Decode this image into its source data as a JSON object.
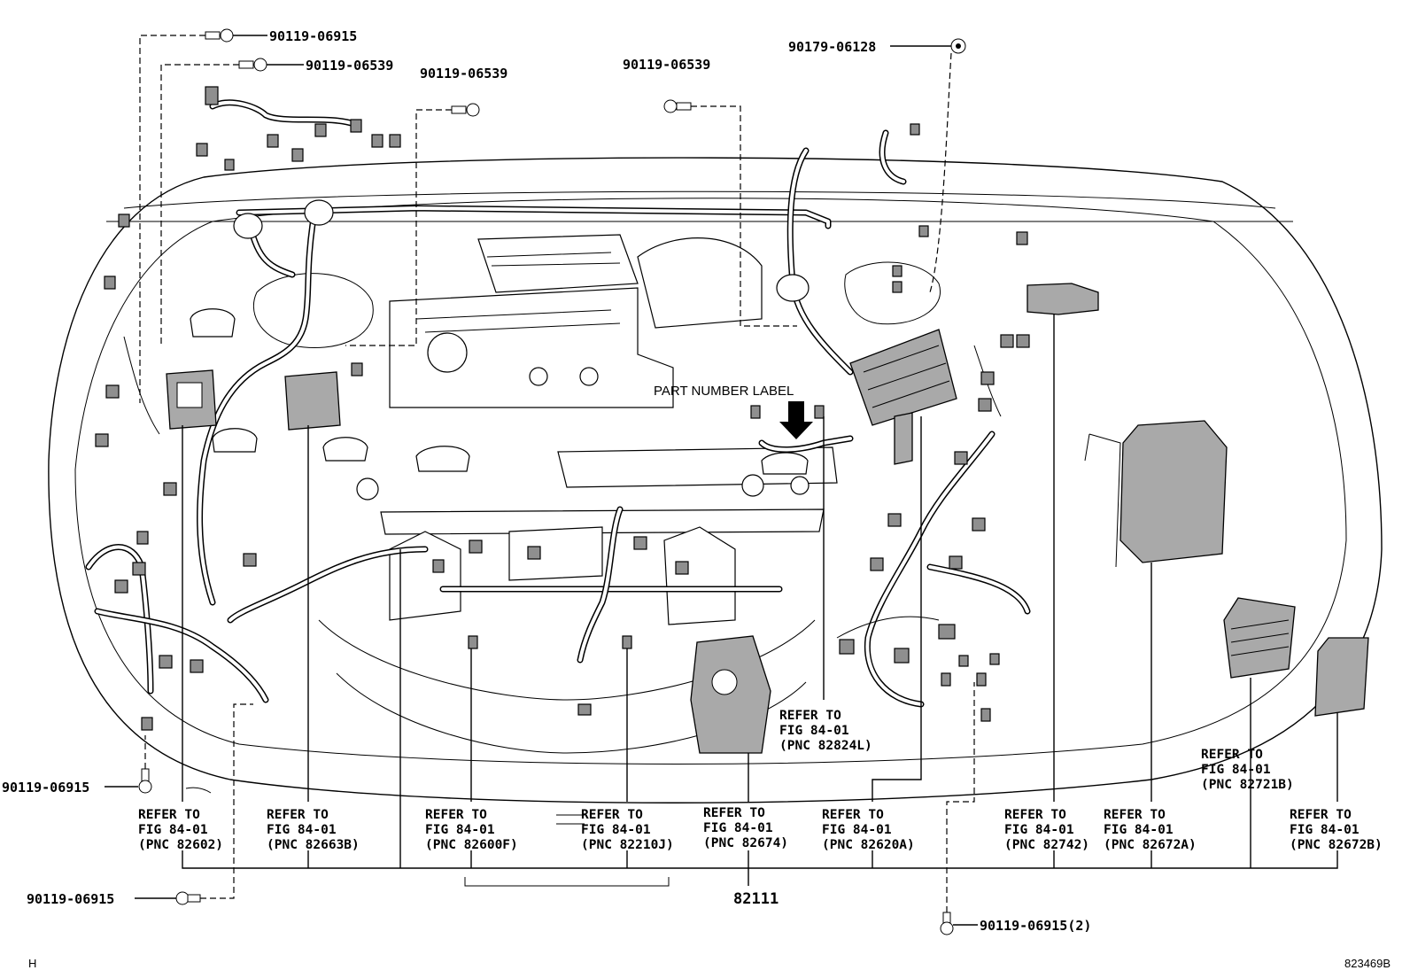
{
  "diagram": {
    "fasteners": [
      {
        "id": "f1",
        "part": "90119-06915"
      },
      {
        "id": "f2",
        "part": "90119-06539"
      },
      {
        "id": "f3",
        "part": "90119-06539"
      },
      {
        "id": "f4",
        "part": "90119-06539"
      },
      {
        "id": "f5",
        "part": "90179-06128"
      },
      {
        "id": "f6",
        "part": "90119-06915"
      },
      {
        "id": "f7",
        "part": "90119-06915"
      },
      {
        "id": "f8",
        "part": "90119-06915(2)"
      }
    ],
    "part_number_label": "PART NUMBER LABEL",
    "main_part": "82111",
    "callouts": [
      {
        "id": "c1",
        "refer": "REFER TO",
        "fig": "FIG 84-01",
        "pnc": "(PNC 82602)"
      },
      {
        "id": "c2",
        "refer": "REFER TO",
        "fig": "FIG 84-01",
        "pnc": "(PNC 82663B)"
      },
      {
        "id": "c3",
        "refer": "REFER TO",
        "fig": "FIG 84-01",
        "pnc": "(PNC 82600F)"
      },
      {
        "id": "c4",
        "refer": "REFER TO",
        "fig": "FIG 84-01",
        "pnc": "(PNC 82210J)"
      },
      {
        "id": "c5",
        "refer": "REFER TO",
        "fig": "FIG 84-01",
        "pnc": "(PNC 82674)"
      },
      {
        "id": "c6",
        "refer": "REFER TO",
        "fig": "FIG 84-01",
        "pnc": "(PNC 82620A)"
      },
      {
        "id": "c7",
        "refer": "REFER TO",
        "fig": "FIG 84-01",
        "pnc": "(PNC 82742)"
      },
      {
        "id": "c8",
        "refer": "REFER TO",
        "fig": "FIG 84-01",
        "pnc": "(PNC 82672A)"
      },
      {
        "id": "c9",
        "refer": "REFER TO",
        "fig": "FIG 84-01",
        "pnc": "(PNC 82672B)"
      },
      {
        "id": "c10",
        "refer": "REFER TO",
        "fig": "FIG 84-01",
        "pnc": "(PNC 82824L)"
      },
      {
        "id": "c11",
        "refer": "REFER TO",
        "fig": "FIG 84-01",
        "pnc": "(PNC 82721B)"
      }
    ],
    "corner_left": "H",
    "corner_right": "823469B"
  }
}
